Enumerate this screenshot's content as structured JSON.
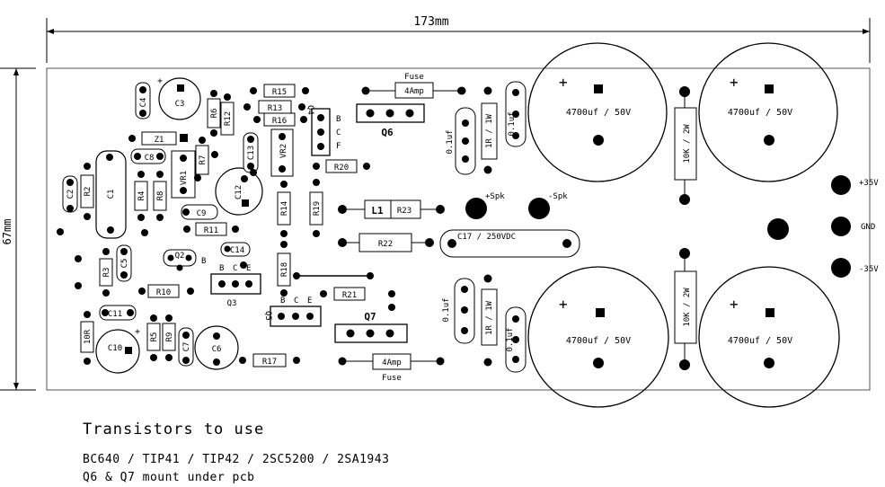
{
  "dimensions": {
    "width_label": "173mm",
    "height_label": "67mm"
  },
  "components": {
    "resistors": [
      {
        "ref": "R2",
        "label": "R2"
      },
      {
        "ref": "R3",
        "label": "R3"
      },
      {
        "ref": "R4",
        "label": "R4"
      },
      {
        "ref": "R5",
        "label": "R5"
      },
      {
        "ref": "R6",
        "label": "R6"
      },
      {
        "ref": "R7",
        "label": "R7"
      },
      {
        "ref": "R8",
        "label": "R8"
      },
      {
        "ref": "R9",
        "label": "R9"
      },
      {
        "ref": "R10",
        "label": "R10"
      },
      {
        "ref": "R11",
        "label": "R11"
      },
      {
        "ref": "R12",
        "label": "R12"
      },
      {
        "ref": "R13",
        "label": "R13"
      },
      {
        "ref": "R14",
        "label": "R14"
      },
      {
        "ref": "R15",
        "label": "R15"
      },
      {
        "ref": "R16",
        "label": "R16"
      },
      {
        "ref": "R17",
        "label": "R17"
      },
      {
        "ref": "R18",
        "label": "R18"
      },
      {
        "ref": "R19",
        "label": "R19"
      },
      {
        "ref": "R20",
        "label": "R20"
      },
      {
        "ref": "R21",
        "label": "R21"
      },
      {
        "ref": "R22",
        "label": "R22"
      },
      {
        "ref": "R23",
        "label": "R23"
      },
      {
        "ref": "10R",
        "label": "10R"
      },
      {
        "ref": "VR1",
        "label": "VR1"
      },
      {
        "ref": "VR2",
        "label": "VR2"
      }
    ],
    "capacitors": [
      {
        "ref": "C1",
        "label": "C1"
      },
      {
        "ref": "C2",
        "label": "C2"
      },
      {
        "ref": "C3",
        "label": "C3"
      },
      {
        "ref": "C4",
        "label": "C4"
      },
      {
        "ref": "C5",
        "label": "C5"
      },
      {
        "ref": "C6",
        "label": "C6"
      },
      {
        "ref": "C7",
        "label": "C7"
      },
      {
        "ref": "C8",
        "label": "C8"
      },
      {
        "ref": "C9",
        "label": "C9"
      },
      {
        "ref": "C10",
        "label": "C10"
      },
      {
        "ref": "C11",
        "label": "C11"
      },
      {
        "ref": "C12",
        "label": "C12"
      },
      {
        "ref": "C13",
        "label": "C13"
      },
      {
        "ref": "C14",
        "label": "C14"
      },
      {
        "ref": "C17",
        "label": "C17 / 250VDC"
      }
    ],
    "other": {
      "z1": "Z1",
      "l1": "L1"
    },
    "bulk_caps": "4700uf / 50V",
    "power_resistor": "10K / 2W",
    "snubber_resistor": "1R / 1W",
    "film_cap": "0.1uf",
    "fuse_label": "Fuse",
    "fuse_rating": "4Amp",
    "pin_letters": {
      "b": "B",
      "c": "C",
      "e": "E",
      "f": "F"
    }
  },
  "transistors": {
    "q2": "Q2",
    "q3": "Q3",
    "q4": "Q4",
    "q5": "Q5",
    "q6": "Q6",
    "q7": "Q7"
  },
  "terminals": {
    "plus_spk": "+Spk",
    "minus_spk": "-Spk",
    "plus_35v": "+35V",
    "gnd": "GND",
    "minus_35v": "-35V"
  },
  "notes": {
    "heading": "Transistors to use",
    "line1": "BC640 / TIP41 / TIP42 / 2SC5200 / 2SA1943",
    "line2": "Q6 & Q7 mount under pcb"
  }
}
